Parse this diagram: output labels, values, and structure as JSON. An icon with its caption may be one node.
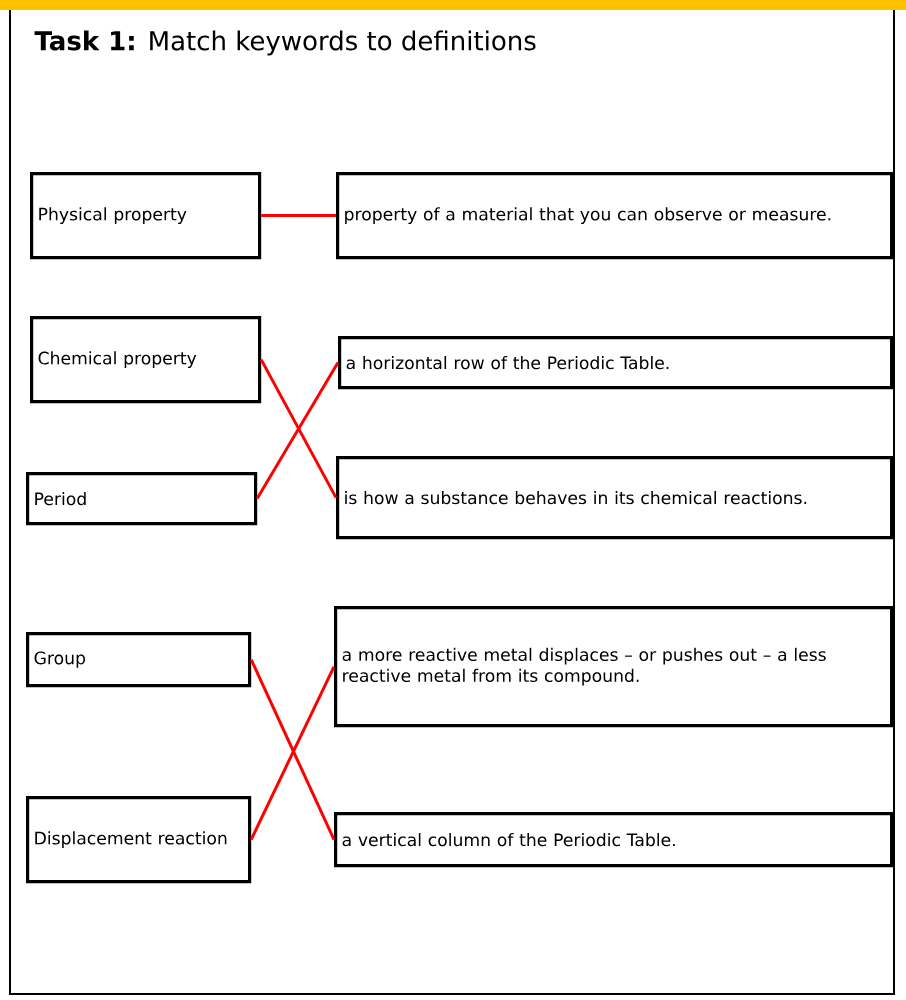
{
  "diagram": {
    "title": "**Task 1:** Match keywords to definitions",
    "nodes": [
      {
        "text": [
          "Physical property"
        ]
      },
      {
        "text": [
          "Chemical property"
        ]
      },
      {
        "text": [
          "Period"
        ]
      },
      {
        "text": [
          "Group"
        ]
      },
      {
        "text": [
          "Displacement reaction"
        ]
      },
      {
        "text": [
          "property of a material that you can observe or measure."
        ]
      },
      {
        "text": [
          "a horizontal row of the Periodic Table."
        ]
      },
      {
        "text": [
          "is how a substance behaves in its chemical reactions."
        ]
      },
      {
        "text": [
          "a more reactive metal displaces – or pushes out – a less reactive metal from its compound."
        ]
      },
      {
        "text": [
          "a vertical column of the Periodic Table."
        ]
      }
    ],
    "edges": [
      {
        "from": 0,
        "to": 5,
        "arrow": "none",
        "color": "#ff0000"
      },
      {
        "from": 1,
        "to": 7,
        "arrow": "none",
        "color": "#ff0000"
      },
      {
        "from": 2,
        "to": 6,
        "arrow": "none",
        "color": "#ff0000"
      },
      {
        "from": 3,
        "to": 9,
        "arrow": "none",
        "color": "#ff0000"
      },
      {
        "from": 4,
        "to": 8,
        "arrow": "none",
        "color": "#ff0000"
      }
    ]
  }
}
